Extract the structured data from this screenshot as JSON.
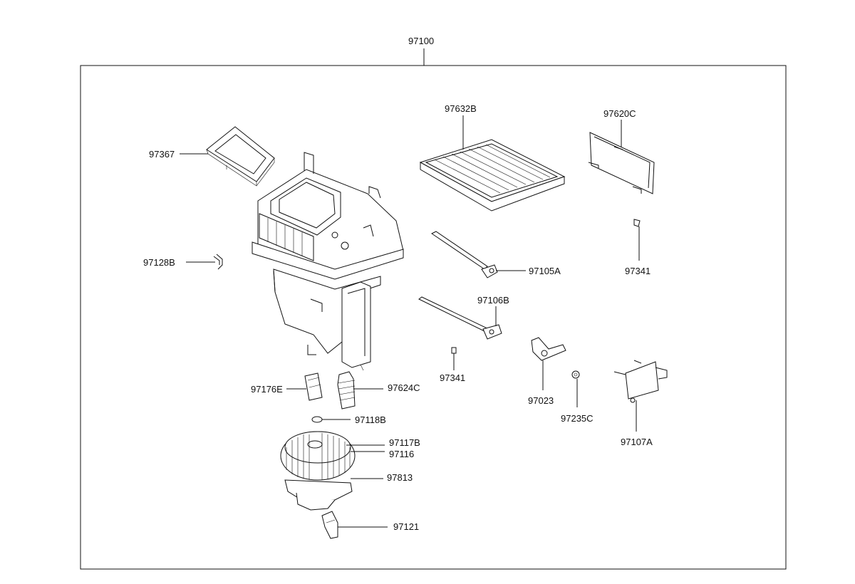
{
  "diagram": {
    "assembly_number": "97100",
    "parts": {
      "p97367": "97367",
      "p97632B": "97632B",
      "p97620C": "97620C",
      "p97128B": "97128B",
      "p97105A": "97105A",
      "p97341a": "97341",
      "p97106B": "97106B",
      "p97341b": "97341",
      "p97176E": "97176E",
      "p97624C": "97624C",
      "p97023": "97023",
      "p97235C": "97235C",
      "p97107A": "97107A",
      "p97118B": "97118B",
      "p97117B": "97117B",
      "p97116": "97116",
      "p97813": "97813",
      "p97121": "97121"
    }
  }
}
